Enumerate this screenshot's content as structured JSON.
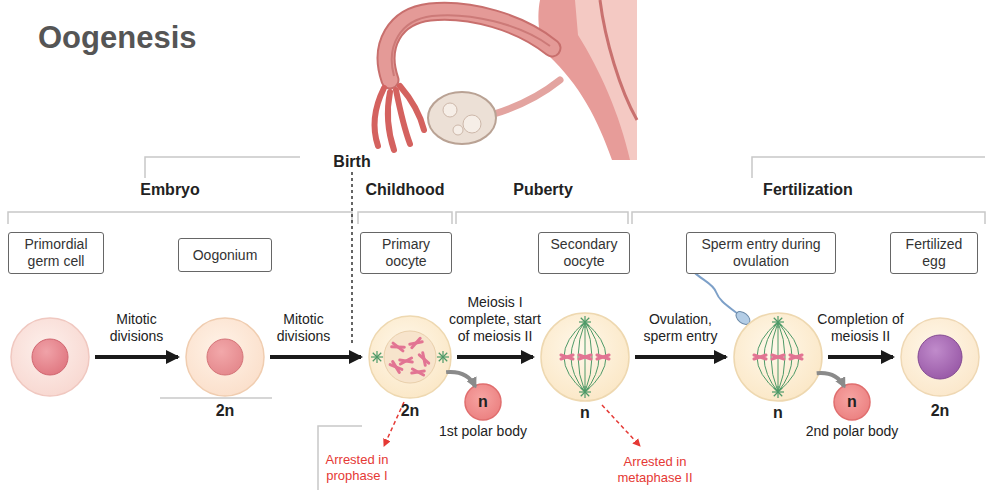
{
  "diagram": {
    "title": "Oogenesis",
    "nodes": [
      {
        "text": [
          "Primordial germ cell"
        ]
      },
      {
        "text": [
          "Oogonium",
          "2n"
        ]
      },
      {
        "text": [
          "Primary oocyte",
          "2n"
        ]
      },
      {
        "text": [
          "n",
          "1st polar body"
        ]
      },
      {
        "text": [
          "Secondary oocyte",
          "n"
        ]
      },
      {
        "text": [
          "Sperm entry during ovulation",
          "n"
        ]
      },
      {
        "text": [
          "n",
          "2nd polar body"
        ]
      },
      {
        "text": [
          "Fertilized egg",
          "2n"
        ]
      }
    ],
    "edges": [
      {
        "from": 0,
        "to": 1,
        "arrow": "to",
        "label": "Mitotic divisions"
      },
      {
        "from": 1,
        "to": 2,
        "arrow": "to",
        "label": "Mitotic divisions"
      },
      {
        "from": 2,
        "to": 4,
        "arrow": "to",
        "label": "Meiosis I complete, start of meiosis II"
      },
      {
        "from": 2,
        "to": 3,
        "arrow": "to"
      },
      {
        "from": 4,
        "to": 5,
        "arrow": "to",
        "label": "Ovulation, sperm entry"
      },
      {
        "from": 5,
        "to": 7,
        "arrow": "to",
        "label": "Completion of meiosis II"
      },
      {
        "from": 5,
        "to": 6,
        "arrow": "to"
      }
    ],
    "labels": [
      "Embryo",
      "Birth",
      "Childhood",
      "Puberty",
      "Fertilization",
      "Arrested in prophase I",
      "Arrested in metaphase II"
    ]
  }
}
